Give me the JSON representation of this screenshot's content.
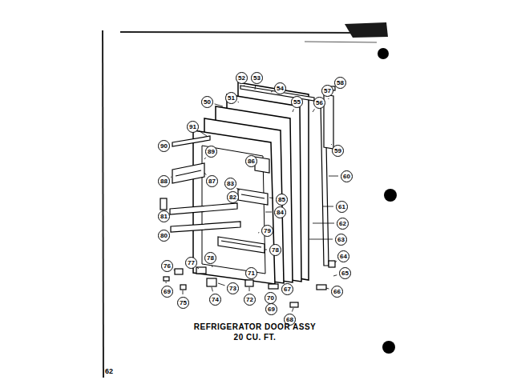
{
  "diagram": {
    "title": "REFRIGERATOR DOOR ASSY",
    "caption": "20 CU. FT.",
    "labels": [
      "52",
      "53",
      "54",
      "50",
      "51",
      "55",
      "56",
      "57",
      "58",
      "59",
      "91",
      "90",
      "89",
      "86",
      "88",
      "87",
      "60",
      "83",
      "82",
      "85",
      "84",
      "61",
      "81",
      "62",
      "80",
      "79",
      "63",
      "78",
      "77",
      "76",
      "78",
      "64",
      "65",
      "71",
      "73",
      "69",
      "67",
      "70",
      "66",
      "72",
      "74",
      "69",
      "75",
      "68",
      "62"
    ]
  }
}
